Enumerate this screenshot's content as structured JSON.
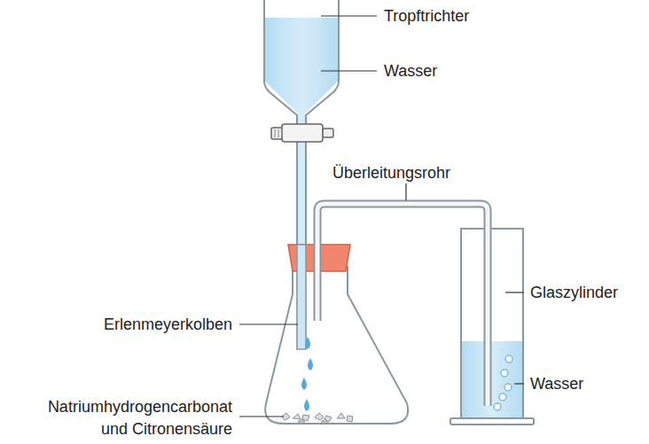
{
  "diagram": {
    "labels": [
      "Tropftrichter",
      "Wasser",
      "Überleitungsrohr",
      "Glaszylinder",
      "Erlenmeyerkolben",
      "Wasser",
      "Natriumhydrogencarbonat und Citronensäure"
    ]
  }
}
